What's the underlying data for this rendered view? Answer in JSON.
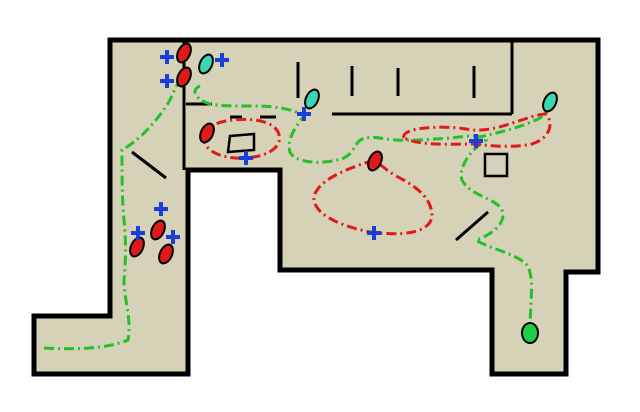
{
  "colors": {
    "background": "#ffffff",
    "floor": "#d6d2b8",
    "wall": "#000000",
    "green_path": "#22c02a",
    "red_path": "#e01a1a",
    "red_marker": "#e01a1a",
    "cyan_marker": "#3ad6b6",
    "green_marker": "#22cc44",
    "plus_marker": "#1a3ed8"
  },
  "legend_shapes": {
    "red_ellipse": "agent-position",
    "cyan_ellipse": "waypoint",
    "green_ellipse": "goal",
    "blue_plus": "marker"
  }
}
